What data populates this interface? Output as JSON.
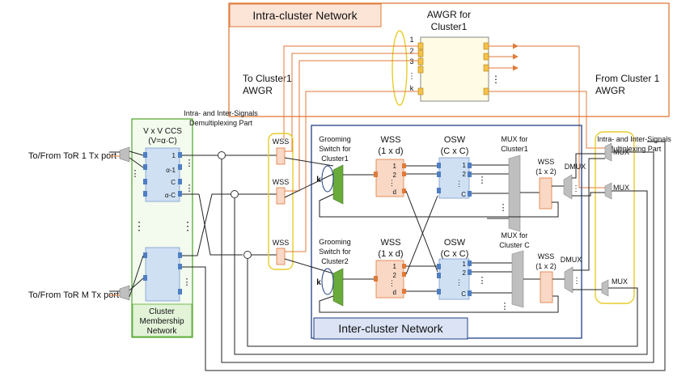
{
  "intra_title": "Intra-cluster Network",
  "inter_title": "Inter-cluster Network",
  "awgr_title_1": "AWGR for",
  "awgr_title_2": "Cluster1",
  "awgr_ports": [
    "1",
    "2",
    "3",
    "⋮",
    "k"
  ],
  "to_cluster1_1": "To Cluster1",
  "to_cluster1_2": "AWGR",
  "from_cluster1_1": "From Cluster 1",
  "from_cluster1_2": "AWGR",
  "tor1": "To/From ToR 1 Tx port",
  "torM": "To/From ToR M Tx port",
  "ccs_1": "V x V CCS",
  "ccs_2": "(V=α·C)",
  "ccs_ports": [
    "1",
    "α-1",
    "C",
    "α-C"
  ],
  "cmn": [
    "Cluster",
    "Membership",
    "Network"
  ],
  "demux_part": [
    "Intra- and Inter-Signals",
    "Demultiplexing Part"
  ],
  "mux_part": [
    "Intra- and Inter-Signals",
    "Multiplexing Part"
  ],
  "wss": "WSS",
  "grooming1": [
    "Grooming",
    "Switch for",
    "Cluster1"
  ],
  "grooming2": [
    "Grooming",
    "Switch for",
    "Cluster2"
  ],
  "k": "k",
  "wss1xd": [
    "WSS",
    "(1 x d)"
  ],
  "wss1xd_ports": [
    "1",
    "2",
    "⋮",
    "d"
  ],
  "osw": [
    "OSW",
    "(C x C)"
  ],
  "osw_ports": [
    "1",
    "2",
    "⋮",
    "C"
  ],
  "mux_c1": [
    "MUX for",
    "Cluster1"
  ],
  "mux_cc": [
    "MUX for",
    "Cluster C"
  ],
  "wss1x2": [
    "WSS",
    "(1 x 2)"
  ],
  "dmux": "DMUX",
  "mux": "MUX",
  "vdots": "⋮",
  "colors": {
    "orange": "#e07a3a",
    "wss_fill": "#f9d8c6",
    "blue_fill": "#cfe0f3",
    "green": "#5aaa35",
    "yellow": "#e7cc2a",
    "navy": "#1f3f86",
    "inter_label_fill": "#dbe3f5"
  }
}
